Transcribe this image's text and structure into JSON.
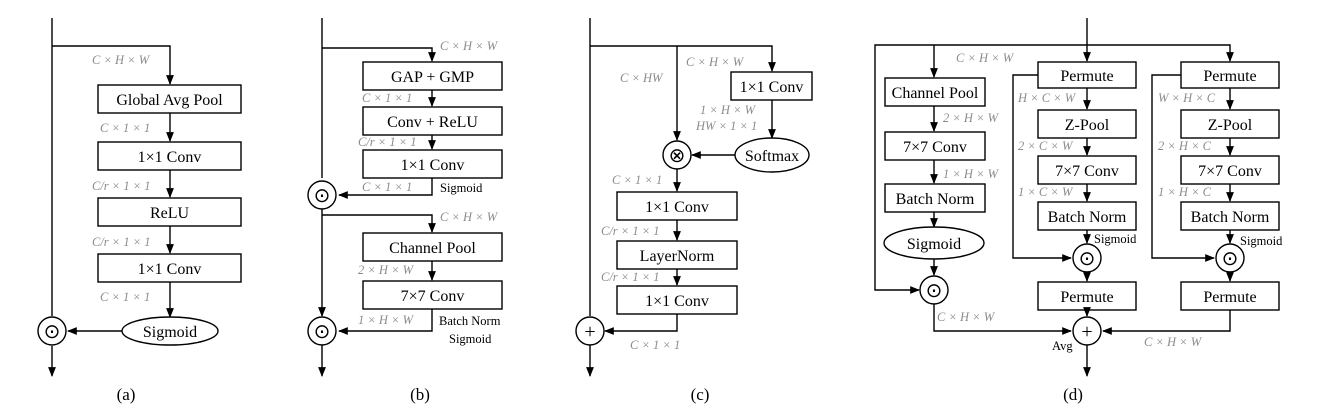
{
  "a": {
    "caption": "(a)",
    "d_chw": "C × H × W",
    "gap": "Global Avg Pool",
    "d1": "C × 1 × 1",
    "conv1": "1×1 Conv",
    "d2": "C/r × 1 × 1",
    "relu": "ReLU",
    "d3": "C/r × 1 × 1",
    "conv2": "1×1 Conv",
    "d4": "C × 1 × 1",
    "sigmoid": "Sigmoid",
    "mul": "⊙"
  },
  "b": {
    "caption": "(b)",
    "d_chw1": "C × H × W",
    "gapgmp": "GAP + GMP",
    "d1": "C × 1 × 1",
    "convrelu": "Conv + ReLU",
    "d2": "C/r × 1 × 1",
    "conv": "1×1 Conv",
    "d3": "C × 1 × 1",
    "sigmoid": "Sigmoid",
    "mul1": "⊙",
    "d_chw2": "C × H × W",
    "chpool": "Channel Pool",
    "d4": "2 × H × W",
    "conv7": "7×7 Conv",
    "d5": "1 × H × W",
    "bn": "Batch Norm",
    "sigmoid2": "Sigmoid",
    "mul2": "⊙"
  },
  "c": {
    "caption": "(c)",
    "d_chw": "C × H × W",
    "d_chw_flat": "C × HW",
    "conv1": "1×1 Conv",
    "d1": "1 × H × W",
    "d2": "HW × 1 × 1",
    "softmax": "Softmax",
    "mul": "⊗",
    "d3": "C × 1 × 1",
    "conv2": "1×1 Conv",
    "d4": "C/r × 1 × 1",
    "ln": "LayerNorm",
    "d5": "C/r × 1 × 1",
    "conv3": "1×1 Conv",
    "d6": "C × 1 × 1",
    "add": "+"
  },
  "d": {
    "caption": "(d)",
    "d_chw_top": "C × H × W",
    "chpool": "Channel Pool",
    "d1": "2 × H × W",
    "conv7": "7×7 Conv",
    "d2": "1 × H × W",
    "bn": "Batch Norm",
    "sigmoid": "Sigmoid",
    "mul1": "⊙",
    "d_chw_left": "C × H × W",
    "permute1": "Permute",
    "d3": "H × C × W",
    "zpool1": "Z-Pool",
    "d4": "2 × C × W",
    "conv7b": "7×7 Conv",
    "d5": "1 × C × W",
    "bn2": "Batch Norm",
    "sig2": "Sigmoid",
    "mul2": "⊙",
    "permute1b": "Permute",
    "permute2": "Permute",
    "d6": "W × H × C",
    "zpool2": "Z-Pool",
    "d7": "2 × H × C",
    "conv7c": "7×7 Conv",
    "d8": "1 × H × C",
    "bn3": "Batch Norm",
    "sig3": "Sigmoid",
    "mul3": "⊙",
    "permute2b": "Permute",
    "avg": "Avg",
    "d_chw_right": "C × H × W",
    "add": "+"
  }
}
